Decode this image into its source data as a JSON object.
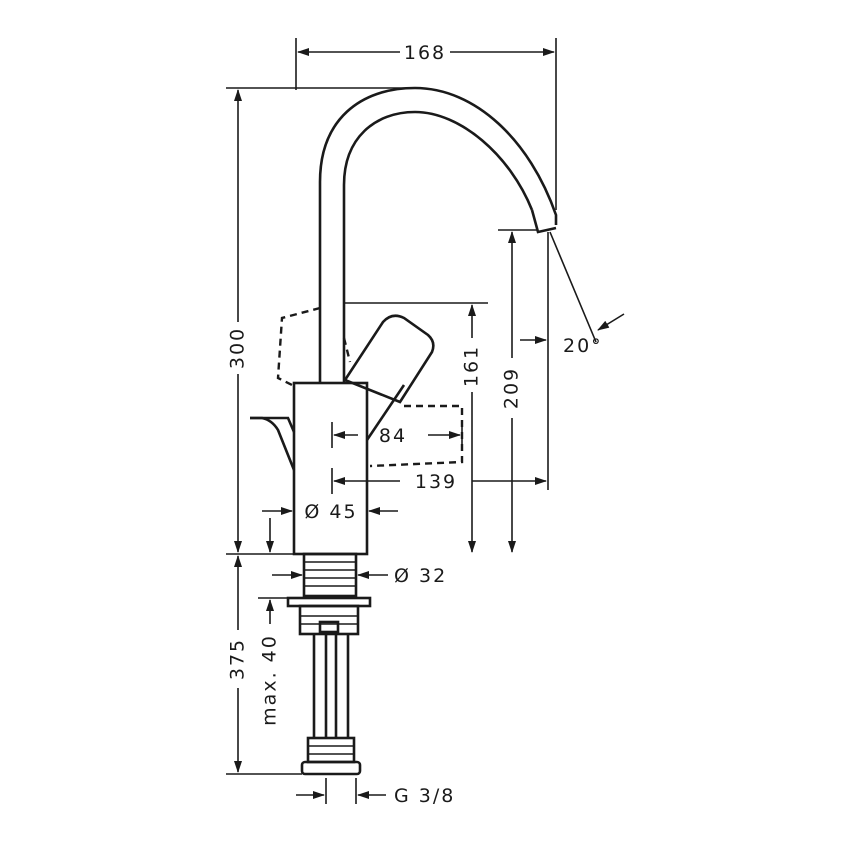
{
  "diagram": {
    "dimensions": {
      "spout_reach": "168",
      "total_height": "300",
      "lever_height": "161",
      "spout_outlet_height": "209",
      "spout_angle": "20°",
      "lever_swing": "84",
      "spout_projection": "139",
      "body_diameter": "Ø 45",
      "shank_diameter": "Ø 32",
      "hose_length": "375",
      "max_counter_thickness": "max. 40",
      "connection_thread": "G 3/8"
    }
  }
}
